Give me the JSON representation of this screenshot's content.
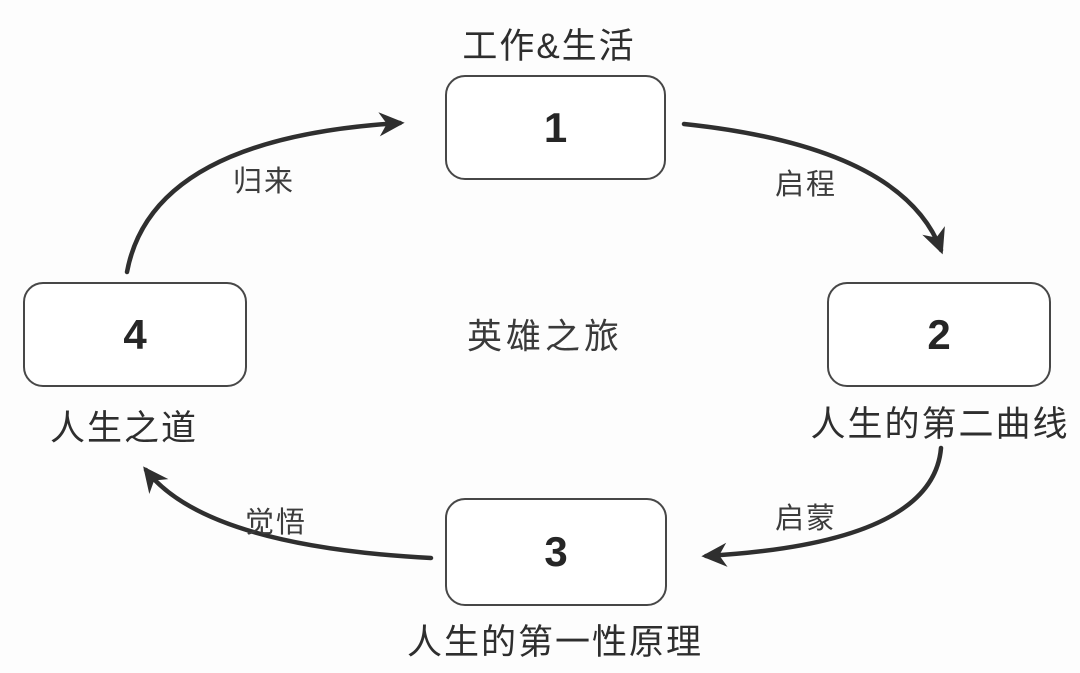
{
  "title": "英雄之旅",
  "nodes": [
    {
      "id": "1",
      "label": "工作&生活"
    },
    {
      "id": "2",
      "label": "人生的第二曲线"
    },
    {
      "id": "3",
      "label": "人生的第一性原理"
    },
    {
      "id": "4",
      "label": "人生之道"
    }
  ],
  "edges": [
    {
      "from": "1",
      "to": "2",
      "label": "启程"
    },
    {
      "from": "2",
      "to": "3",
      "label": "启蒙"
    },
    {
      "from": "3",
      "to": "4",
      "label": "觉悟"
    },
    {
      "from": "4",
      "to": "1",
      "label": "归来"
    }
  ],
  "colors": {
    "stroke": "#2f2f2f",
    "text": "#2e2e2e",
    "box_border": "#474747",
    "box_fill": "#ffffff",
    "background": "#fdfdfd"
  }
}
